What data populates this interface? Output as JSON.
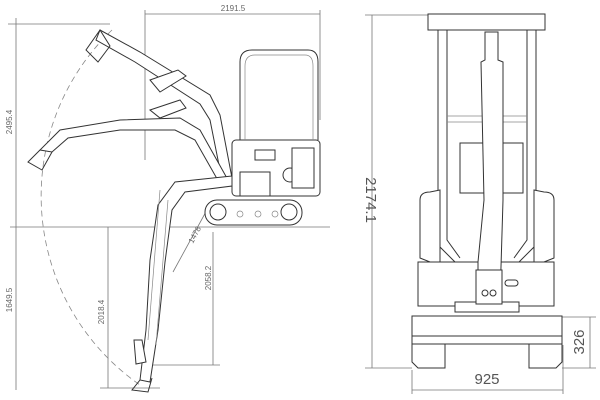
{
  "drawing": {
    "side_view": {
      "dimensions": {
        "overall_length": "2191.5",
        "max_digging_height": "2495.4",
        "max_digging_depth": "1649.5",
        "vertical_wall_depth": "2018.4",
        "dump_depth": "2058.2",
        "min_swing_radius": "1478"
      }
    },
    "front_view": {
      "dimensions": {
        "overall_height": "2174.1",
        "track_width": "925",
        "ground_clearance": "326"
      }
    }
  }
}
